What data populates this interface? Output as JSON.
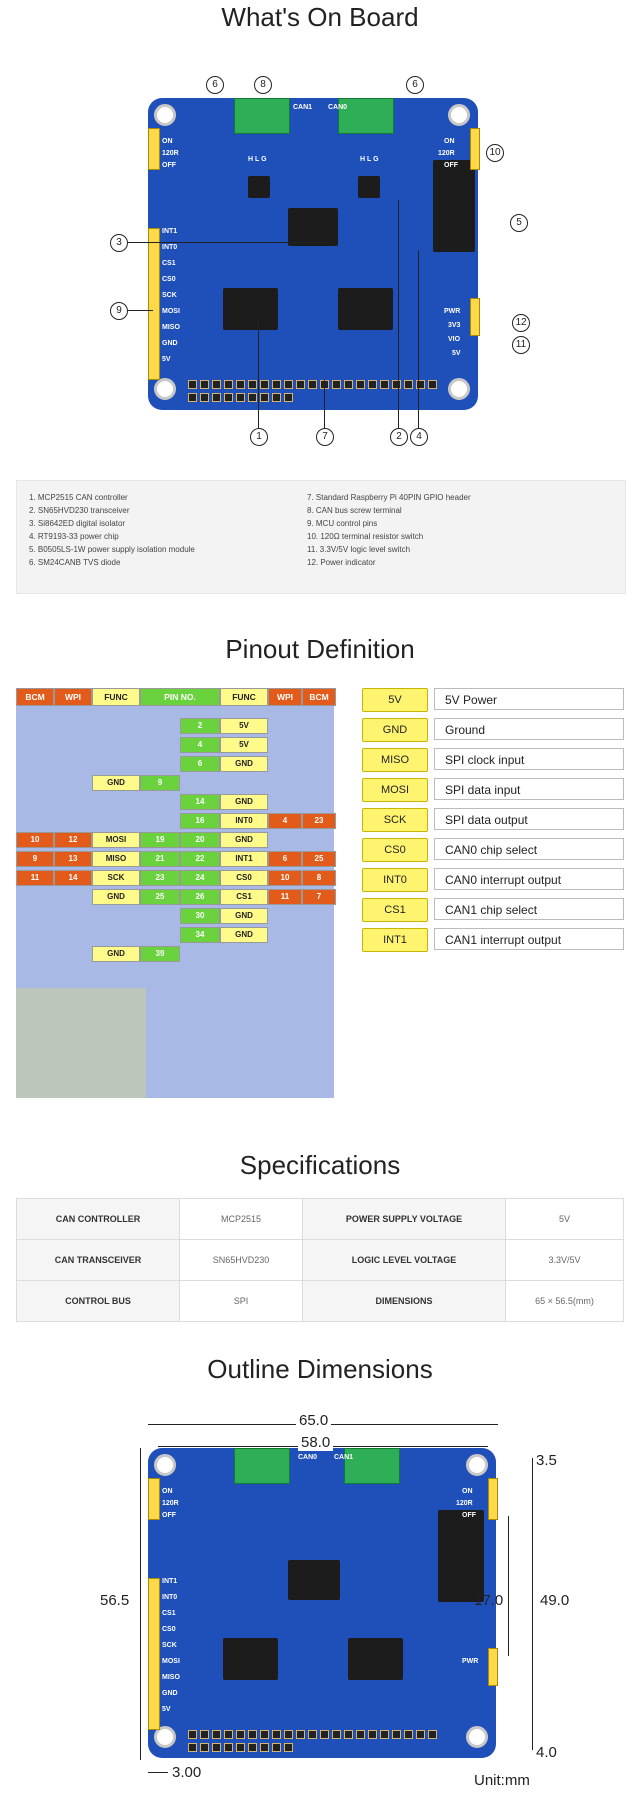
{
  "sections": {
    "onboard_title": "What's On Board",
    "pinout_title": "Pinout Definition",
    "spec_title": "Specifications",
    "outline_title": "Outline Dimensions"
  },
  "board_labels": {
    "can0": "CAN0",
    "can1": "CAN1",
    "hlg": "H L G",
    "on": "ON",
    "r120": "120R",
    "off": "OFF",
    "int1": "INT1",
    "int0": "INT0",
    "cs1": "CS1",
    "cs0": "CS0",
    "sck": "SCK",
    "mosi": "MOSI",
    "miso": "MISO",
    "gnd": "GND",
    "v5": "5V",
    "pwr": "PWR",
    "v33": "3V3",
    "vio": "VIO",
    "v5b": "5V"
  },
  "callouts": [
    "1",
    "2",
    "3",
    "4",
    "5",
    "6",
    "7",
    "8",
    "9",
    "10",
    "11",
    "12"
  ],
  "legend": {
    "left": [
      "1. MCP2515 CAN controller",
      "2. SN65HVD230 transceiver",
      "3. Si8642ED digital isolator",
      "4. RT9193-33 power chip",
      "5. B0505LS-1W power supply isolation module",
      "6. SM24CANB TVS diode"
    ],
    "right": [
      "7. Standard Raspberry Pi 40PIN GPIO header",
      "8. CAN bus screw terminal",
      "9. MCU control pins",
      "10. 120Ω terminal resistor switch",
      "11. 3.3V/5V logic level switch",
      "12. Power indicator"
    ]
  },
  "pinout_header": [
    "BCM",
    "WPI",
    "FUNC",
    "PIN NO.",
    "FUNC",
    "WPI",
    "BCM"
  ],
  "pinout_rows": [
    {
      "l": [
        "",
        "",
        "",
        ""
      ],
      "r": [
        "2",
        "5V",
        "",
        ""
      ]
    },
    {
      "l": [
        "",
        "",
        "",
        ""
      ],
      "r": [
        "4",
        "5V",
        "",
        ""
      ]
    },
    {
      "l": [
        "",
        "",
        "",
        ""
      ],
      "r": [
        "6",
        "GND",
        "",
        ""
      ]
    },
    {
      "l": [
        "",
        "",
        "GND",
        "9"
      ],
      "r": [
        "",
        "",
        "",
        ""
      ]
    },
    {
      "l": [
        "",
        "",
        "",
        ""
      ],
      "r": [
        "14",
        "GND",
        "",
        ""
      ]
    },
    {
      "l": [
        "",
        "",
        "",
        ""
      ],
      "r": [
        "16",
        "INT0",
        "4",
        "23"
      ]
    },
    {
      "l": [
        "10",
        "12",
        "MOSI",
        "19"
      ],
      "r": [
        "20",
        "GND",
        "",
        ""
      ]
    },
    {
      "l": [
        "9",
        "13",
        "MISO",
        "21"
      ],
      "r": [
        "22",
        "INT1",
        "6",
        "25"
      ]
    },
    {
      "l": [
        "11",
        "14",
        "SCK",
        "23"
      ],
      "r": [
        "24",
        "CS0",
        "10",
        "8"
      ]
    },
    {
      "l": [
        "",
        "",
        "GND",
        "25"
      ],
      "r": [
        "26",
        "CS1",
        "11",
        "7"
      ]
    },
    {
      "l": [
        "",
        "",
        "",
        ""
      ],
      "r": [
        "30",
        "GND",
        "",
        ""
      ]
    },
    {
      "l": [
        "",
        "",
        "",
        ""
      ],
      "r": [
        "34",
        "GND",
        "",
        ""
      ]
    },
    {
      "l": [
        "",
        "",
        "GND",
        "39"
      ],
      "r": [
        "",
        "",
        "",
        ""
      ]
    }
  ],
  "definitions": [
    {
      "k": "5V",
      "v": "5V Power"
    },
    {
      "k": "GND",
      "v": "Ground"
    },
    {
      "k": "MISO",
      "v": "SPI clock input"
    },
    {
      "k": "MOSI",
      "v": "SPI data input"
    },
    {
      "k": "SCK",
      "v": "SPI data output"
    },
    {
      "k": "CS0",
      "v": "CAN0 chip select"
    },
    {
      "k": "INT0",
      "v": "CAN0 interrupt output"
    },
    {
      "k": "CS1",
      "v": "CAN1 chip select"
    },
    {
      "k": "INT1",
      "v": "CAN1 interrupt output"
    }
  ],
  "specs": [
    {
      "k1": "CAN CONTROLLER",
      "v1": "MCP2515",
      "k2": "POWER SUPPLY VOLTAGE",
      "v2": "5V"
    },
    {
      "k1": "CAN TRANSCEIVER",
      "v1": "SN65HVD230",
      "k2": "LOGIC LEVEL VOLTAGE",
      "v2": "3.3V/5V"
    },
    {
      "k1": "CONTROL BUS",
      "v1": "SPI",
      "k2": "DIMENSIONS",
      "v2": "65 × 56.5(mm)"
    }
  ],
  "dims": {
    "w1": "65.0",
    "w2": "58.0",
    "h_left": "56.5",
    "h_right": "49.0",
    "h_mid": "17.0",
    "top": "3.5",
    "bottom": "4.0",
    "hole": "3.00",
    "unit": "Unit:mm"
  }
}
